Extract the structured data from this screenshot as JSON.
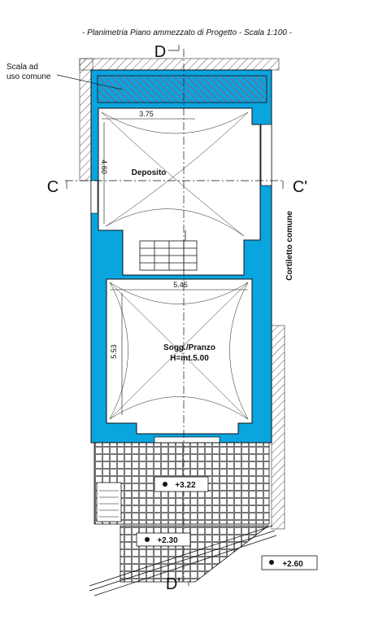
{
  "title": "- Planimetria Piano ammezzato di Progetto - Scala 1:100 -",
  "labels": {
    "scala_line1": "Scala ad",
    "scala_line2": "uso comune",
    "deposito": "Deposito",
    "sogg_line1": "Sogg./Pranzo",
    "sogg_line2": "H=mt.5.00",
    "cortiletto": "Cortiletto comune"
  },
  "dimensions": {
    "dep_width": "3.75",
    "dep_depth": "4.60",
    "sogg_width": "5.45",
    "sogg_depth": "5.53"
  },
  "sections": {
    "top": "D",
    "bottom": "D'",
    "left": "C",
    "right": "C'"
  },
  "levels": {
    "terrace": "+3.22",
    "low_left": "+2.30",
    "low_right": "+2.60"
  },
  "colors": {
    "wall": "#0aa4df",
    "hatch": "#e0303a",
    "line": "#111111"
  }
}
